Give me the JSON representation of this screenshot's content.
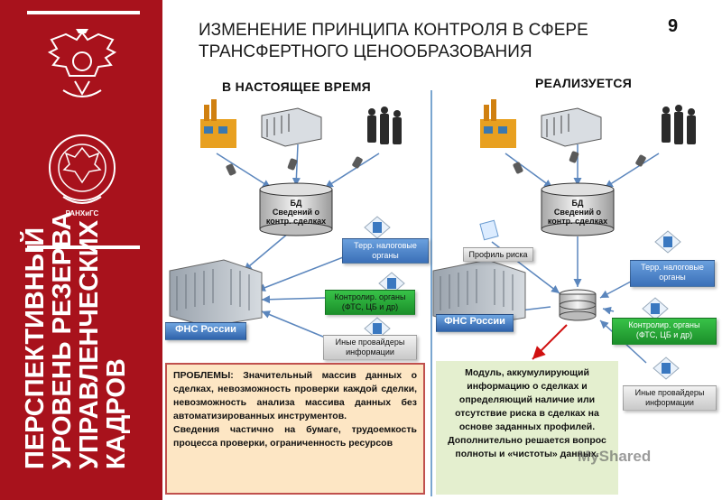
{
  "sidebar": {
    "emblem_text": "РАНХиГС",
    "vertical_text": [
      "ПЕРСПЕКТИВНЫЙ",
      "УРОВЕНЬ РЕЗЕРВА",
      "УПРАВЛЕНЧЕСКИХ",
      "КАДРОВ"
    ]
  },
  "header": {
    "title_line1": "ИЗМЕНЕНИЕ ПРИНЦИПА КОНТРОЛЯ В СФЕРЕ",
    "title_line2": "ТРАНСФЕРТНОГО ЦЕНООБРАЗОВАНИЯ",
    "page_number": "9"
  },
  "left": {
    "heading": "В НАСТОЯЩЕЕ ВРЕМЯ",
    "db_label": [
      "БД",
      "Сведений о",
      "контр. сделках"
    ],
    "terr_tax": [
      "Терр. налоговые",
      "органы"
    ],
    "control": [
      "Контролир. органы",
      "(ФТС, ЦБ и др)"
    ],
    "other": [
      "Иные провайдеры",
      "информации"
    ],
    "fns": "ФНС России",
    "problems": {
      "p1": "ПРОБЛЕМЫ: Значительный массив данных о сделках, невозможность проверки каждой сделки, невозможность анализа массива данных без автоматизированных инструментов.",
      "p2": "Сведения частично на бумаге, трудоемкость процесса проверки, ограниченность ресурсов"
    }
  },
  "right": {
    "heading": "РЕАЛИЗУЕТСЯ",
    "db_label": [
      "БД",
      "Сведений о",
      "контр. сделках"
    ],
    "risk_profile": "Профиль риска",
    "terr_tax": [
      "Терр. налоговые",
      "органы"
    ],
    "control": [
      "Контролир. органы",
      "(ФТС, ЦБ и др)"
    ],
    "other": [
      "Иные провайдеры",
      "информации"
    ],
    "fns": "ФНС России",
    "module": {
      "p1": "Модуль, аккумулирующий информацию о сделках и определяющий наличие или отсутствие риска в сделках на основе заданных профилей.",
      "p2": "Дополнительно решается вопрос полноты и «чистоты» данных."
    }
  },
  "watermark": "MyShared",
  "colors": {
    "sidebar": "#a8121c",
    "divider": "#7aa6d0",
    "tag_blue": "#3b70b8",
    "tag_green": "#1b8f2a",
    "problems_bg": "#fde6c4",
    "problems_border": "#c0504d",
    "module_bg": "#e4efcf",
    "red_arrow": "#d01010"
  }
}
